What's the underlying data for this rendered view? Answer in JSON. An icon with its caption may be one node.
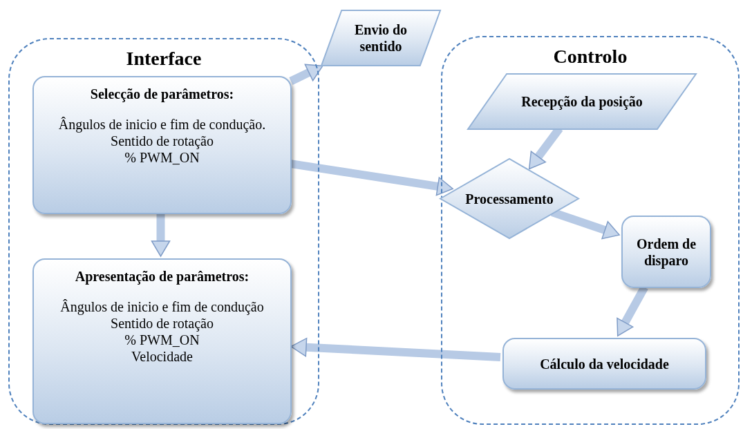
{
  "diagram": {
    "nodes": [
      {
        "text": [
          "Interface"
        ]
      },
      {
        "text": [
          "Selecção de parâmetros:",
          "Ângulos de inicio e fim de condução.",
          "Sentido de rotação",
          "% PWM_ON"
        ],
        "in": 0
      },
      {
        "text": [
          "Apresentação de parâmetros:",
          "Ângulos de inicio e fim de condução",
          "Sentido de rotação",
          "% PWM_ON",
          "Velocidade"
        ],
        "in": 0
      },
      {
        "text": [
          "Envio do sentido"
        ]
      },
      {
        "text": [
          "Controlo"
        ]
      },
      {
        "text": [
          "Recepção da posição"
        ],
        "in": 4
      },
      {
        "text": [
          "Processamento"
        ],
        "in": 4
      },
      {
        "text": [
          "Ordem de disparo"
        ],
        "in": 4
      },
      {
        "text": [
          "Cálculo da velocidade"
        ],
        "in": 4
      }
    ],
    "edges": [
      {
        "from": 1,
        "to": 3,
        "arrow": "to"
      },
      {
        "from": 1,
        "to": 6,
        "arrow": "to"
      },
      {
        "from": 1,
        "to": 2,
        "arrow": "to"
      },
      {
        "from": 5,
        "to": 6,
        "arrow": "to"
      },
      {
        "from": 6,
        "to": 7,
        "arrow": "to"
      },
      {
        "from": 7,
        "to": 8,
        "arrow": "to"
      },
      {
        "from": 8,
        "to": 2,
        "arrow": "to"
      }
    ]
  }
}
